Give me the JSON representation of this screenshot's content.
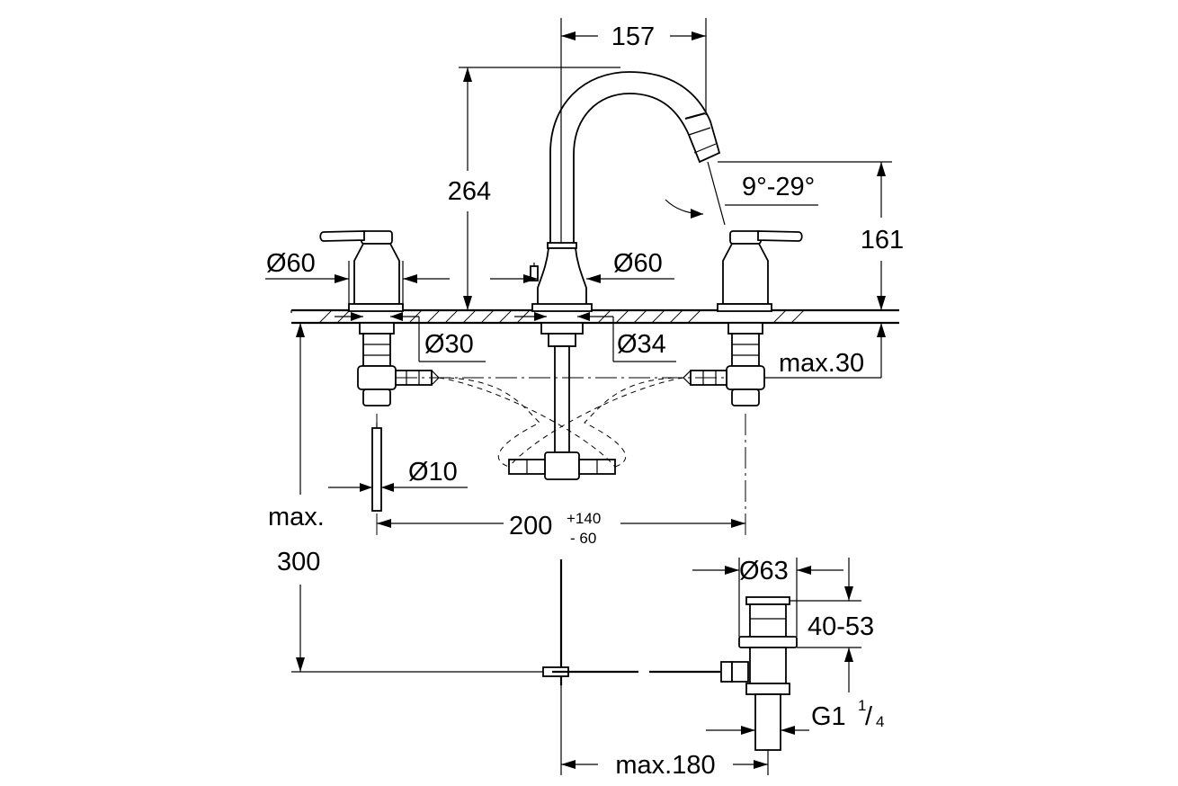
{
  "dimensions": {
    "spout_reach": "157",
    "spout_height": "264",
    "aerator_angle": "9°-29°",
    "handle_height": "161",
    "handle_diameter_left": "Ø60",
    "spout_base_diameter": "Ø60",
    "handle_shank_diameter": "Ø30",
    "spout_shank_diameter": "Ø34",
    "max_counter_thickness": "max.30",
    "hose_diameter": "Ø10",
    "handle_spacing_base": "200",
    "handle_spacing_plus": "+140",
    "handle_spacing_minus": "- 60",
    "max_hose_length_top": "max.",
    "max_hose_length_bottom": "300",
    "drain_flange_diameter": "Ø63",
    "drain_flange_range": "40-53",
    "drain_thread": "G1",
    "drain_thread_num": "1",
    "drain_thread_den": "4",
    "max_rod_reach": "max.180"
  }
}
